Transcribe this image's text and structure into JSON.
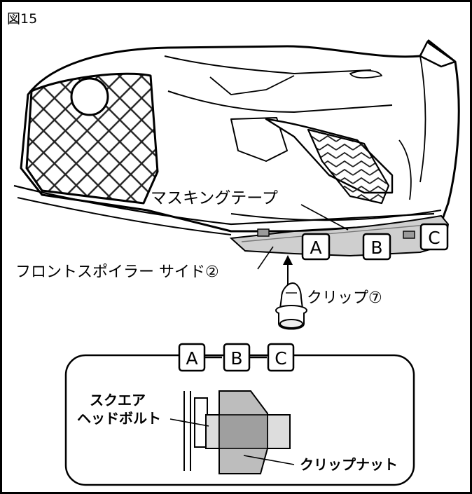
{
  "figure": {
    "number_label": "図15"
  },
  "callouts": {
    "masking_tape": "マスキングテープ",
    "front_spoiler_side": "フロントスポイラー サイド②",
    "clip": "クリップ⑦"
  },
  "markers": {
    "a": "A",
    "b": "B",
    "c": "C"
  },
  "detail": {
    "markers": {
      "a": "A",
      "b": "B",
      "c": "C"
    },
    "square_head_bolt_line1": "スクエア",
    "square_head_bolt_line2": "ヘッドボルト",
    "clip_nut": "クリップナット"
  }
}
